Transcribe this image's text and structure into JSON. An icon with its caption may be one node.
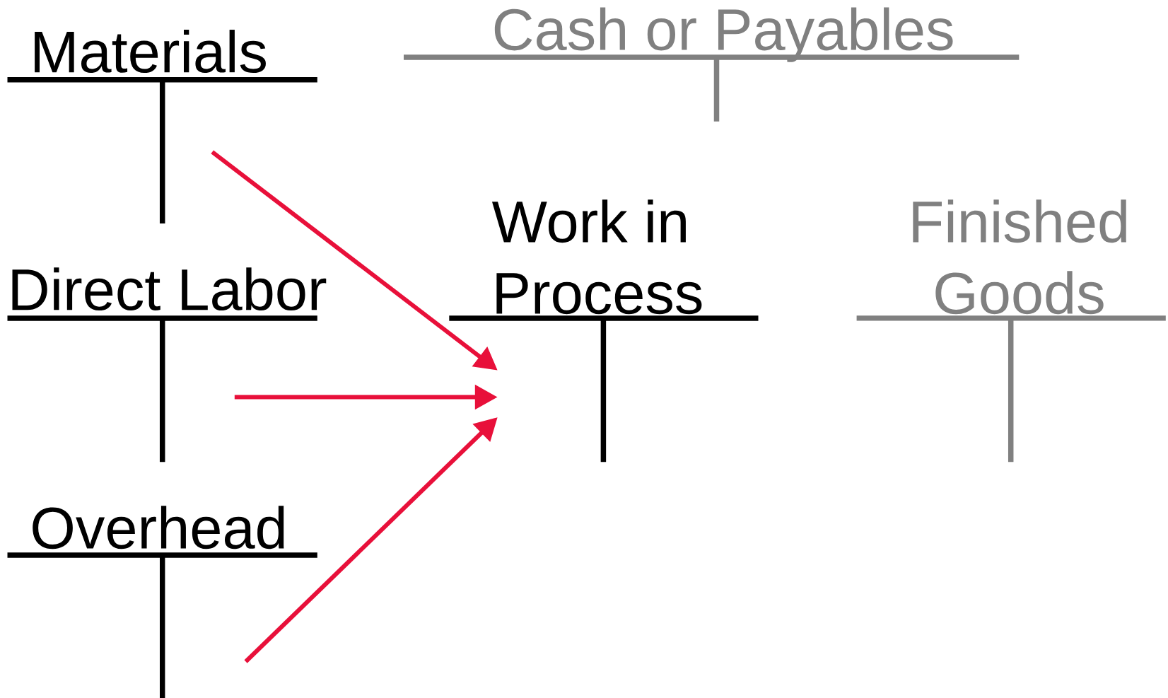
{
  "diagram": {
    "nodes": [
      {
        "text": [
          "Materials"
        ]
      },
      {
        "text": [
          "Direct Labor"
        ]
      },
      {
        "text": [
          "Overhead"
        ]
      },
      {
        "text": [
          "Cash or Payables"
        ]
      },
      {
        "text": [
          "Work in Process"
        ]
      },
      {
        "text": [
          "Finished Goods"
        ]
      }
    ],
    "edges": [
      {
        "from": 0,
        "to": 4,
        "arrow": "to"
      },
      {
        "from": 1,
        "to": 4,
        "arrow": "to"
      },
      {
        "from": 2,
        "to": 4,
        "arrow": "to"
      }
    ]
  }
}
